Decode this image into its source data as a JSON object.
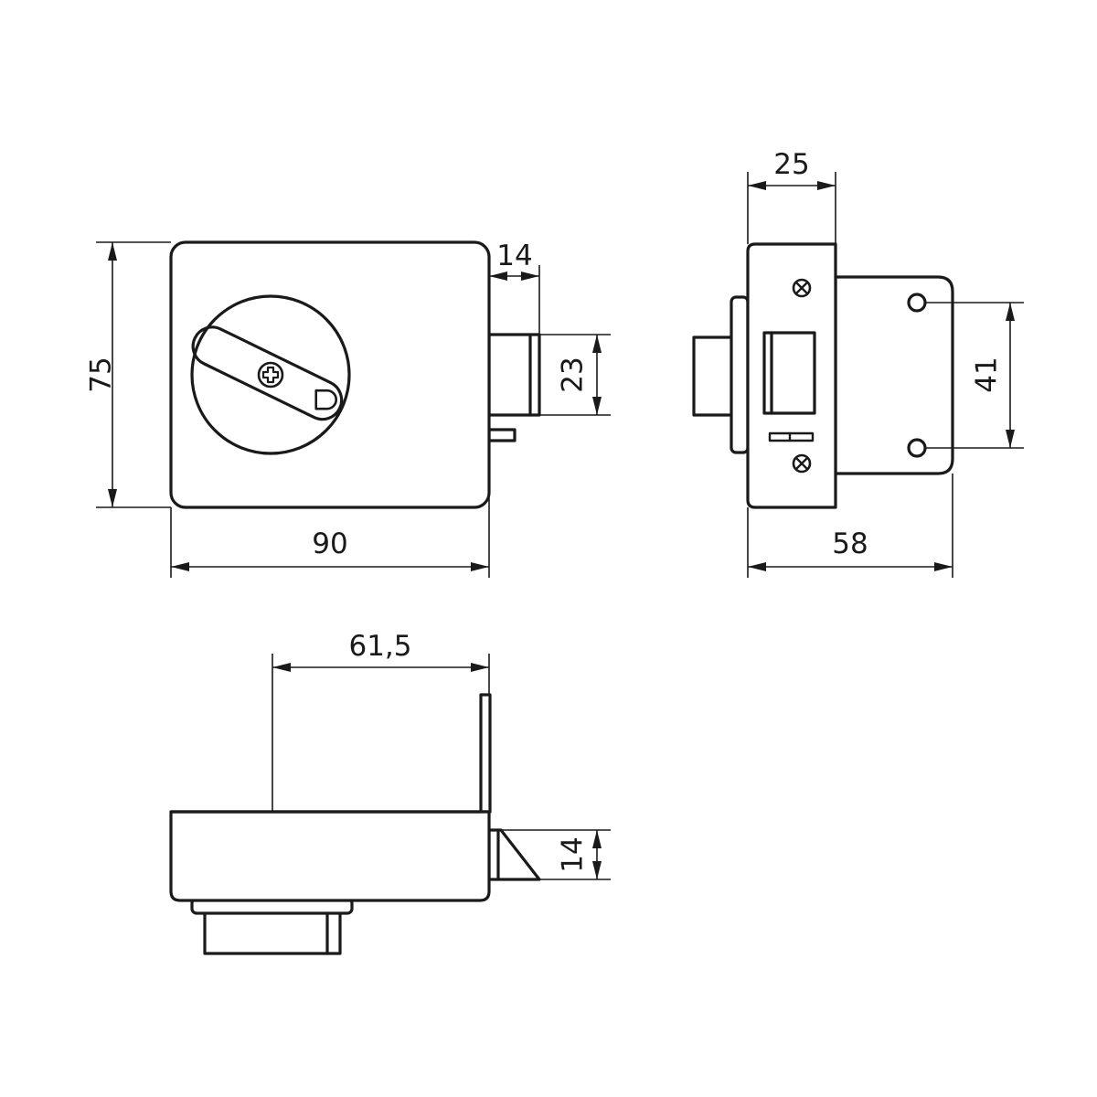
{
  "drawing": {
    "front_view": {
      "height_label": "75",
      "width_label": "90",
      "bolt_depth_label": "14",
      "bolt_height_label": "23"
    },
    "side_view": {
      "faceplate_width_label": "25",
      "overall_depth_label": "58",
      "hole_spacing_label": "41"
    },
    "top_view": {
      "offset_label": "61,5",
      "latch_label": "14"
    }
  }
}
